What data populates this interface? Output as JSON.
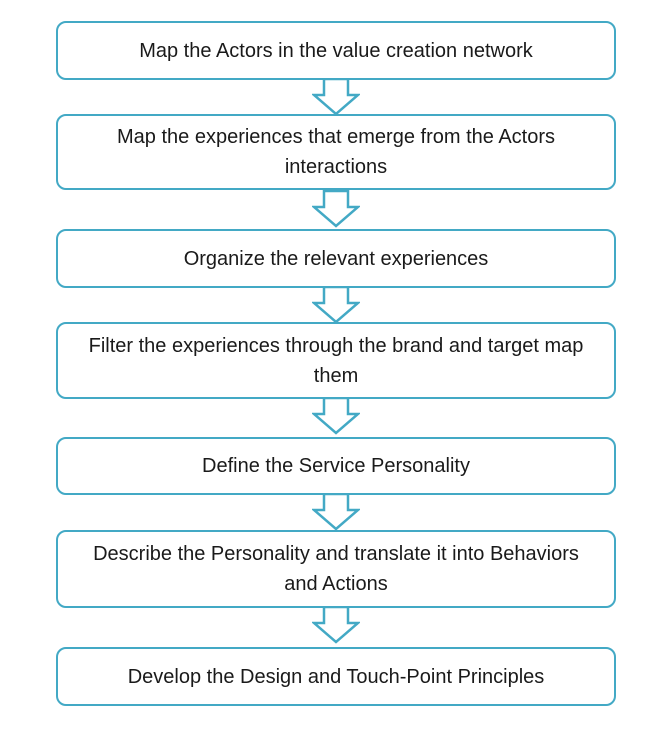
{
  "diagram": {
    "accent_color": "#43a9c5",
    "steps": [
      {
        "text": "Map the Actors in the value creation network"
      },
      {
        "text": "Map the experiences that emerge from the Actors interactions"
      },
      {
        "text": "Organize the relevant experiences"
      },
      {
        "text": "Filter the experiences through the brand and target map them"
      },
      {
        "text": "Define the Service Personality"
      },
      {
        "text": "Describe the Personality and translate it into Behaviors and Actions"
      },
      {
        "text": "Develop the Design and Touch-Point Principles"
      }
    ],
    "connector_icon": "hollow-down-arrow-icon"
  }
}
